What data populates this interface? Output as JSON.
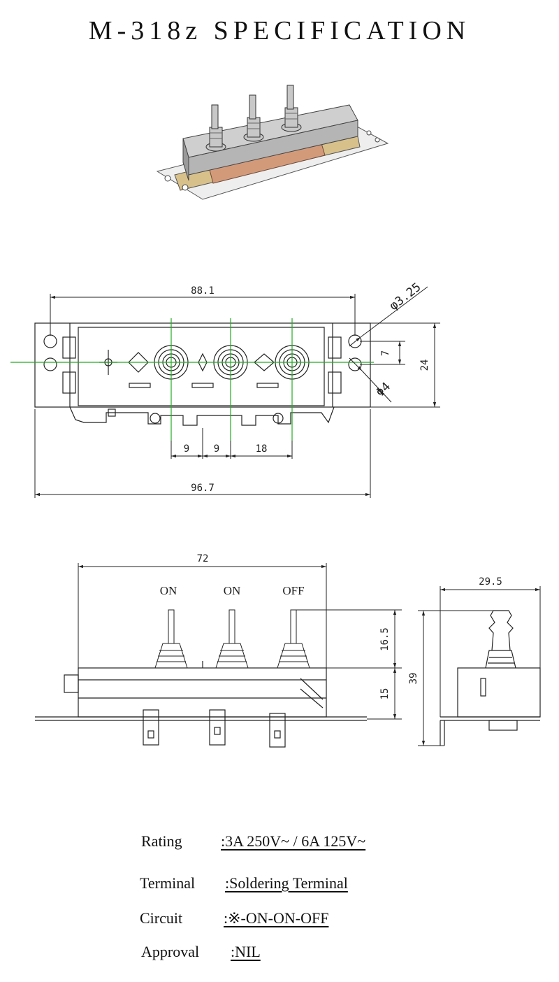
{
  "title": "M-318z SPECIFICATION",
  "top_view": {
    "dims": {
      "overall_width": "88.1",
      "total_width": "96.7",
      "hole_dia": "φ3.25",
      "slot_dia": "Φ4",
      "hole_spacing": "7",
      "height": "24",
      "pitch_1": "9",
      "pitch_2": "9",
      "pitch_3": "18"
    }
  },
  "front_view": {
    "positions": [
      "ON",
      "ON",
      "OFF"
    ],
    "dims": {
      "width": "72",
      "lever_height": "16.5",
      "body_height": "15",
      "total_height": "39"
    }
  },
  "side_view": {
    "dims": {
      "depth": "29.5"
    }
  },
  "specs": [
    {
      "key": "Rating",
      "value": ":3A 250V~ / 6A 125V~"
    },
    {
      "key": "Terminal",
      "value": ":Soldering Terminal"
    },
    {
      "key": "Circuit",
      "value": ":※-ON-ON-OFF"
    },
    {
      "key": "Approval",
      "value": ":NIL"
    }
  ],
  "colors": {
    "centerline": "#22aa22",
    "copper": "#d39a7a",
    "base": "#d8c08a"
  }
}
